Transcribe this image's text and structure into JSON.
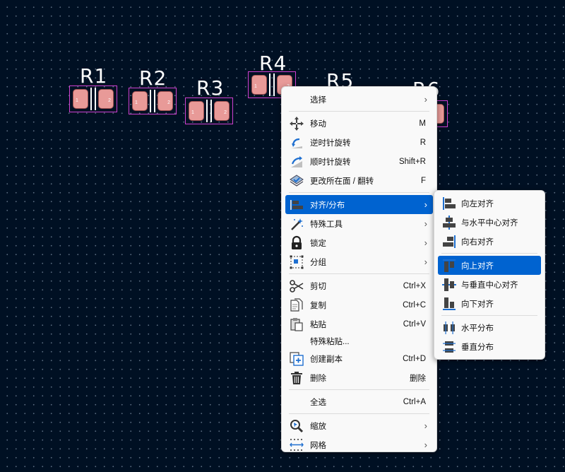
{
  "canvas": {
    "references": [
      "R1",
      "R2",
      "R3",
      "R4",
      "R5",
      "R6"
    ],
    "pad_numbers": [
      "1",
      "2"
    ]
  },
  "context_menu": {
    "items": {
      "select": {
        "label": "选择"
      },
      "move": {
        "label": "移动",
        "shortcut": "M"
      },
      "rotate_ccw": {
        "label": "逆时针旋转",
        "shortcut": "R"
      },
      "rotate_cw": {
        "label": "顺时针旋转",
        "shortcut": "Shift+R"
      },
      "flip": {
        "label": "更改所在面 / 翻转",
        "shortcut": "F"
      },
      "align_distribute": {
        "label": "对齐/分布"
      },
      "special_tools": {
        "label": "特殊工具"
      },
      "lock": {
        "label": "锁定"
      },
      "group": {
        "label": "分组"
      },
      "cut": {
        "label": "剪切",
        "shortcut": "Ctrl+X"
      },
      "copy": {
        "label": "复制",
        "shortcut": "Ctrl+C"
      },
      "paste": {
        "label": "粘贴",
        "shortcut": "Ctrl+V"
      },
      "paste_special": {
        "label": "特殊粘贴..."
      },
      "duplicate": {
        "label": "创建副本",
        "shortcut": "Ctrl+D"
      },
      "delete": {
        "label": "删除",
        "shortcut": "删除"
      },
      "select_all": {
        "label": "全选",
        "shortcut": "Ctrl+A"
      },
      "zoom": {
        "label": "缩放"
      },
      "grid": {
        "label": "网格"
      }
    },
    "submenu_arrow": "›"
  },
  "align_submenu": {
    "items": {
      "align_left": {
        "label": "向左对齐"
      },
      "align_hcenter": {
        "label": "与水平中心对齐"
      },
      "align_right": {
        "label": "向右对齐"
      },
      "align_top": {
        "label": "向上对齐"
      },
      "align_vcenter": {
        "label": "与垂直中心对齐"
      },
      "align_bottom": {
        "label": "向下对齐"
      },
      "distribute_h": {
        "label": "水平分布"
      },
      "distribute_v": {
        "label": "垂直分布"
      }
    }
  },
  "colors": {
    "canvas_bg": "#001023",
    "pad": "#e89a98",
    "courtyard": "#d040d0",
    "menu_highlight": "#0063d0"
  }
}
